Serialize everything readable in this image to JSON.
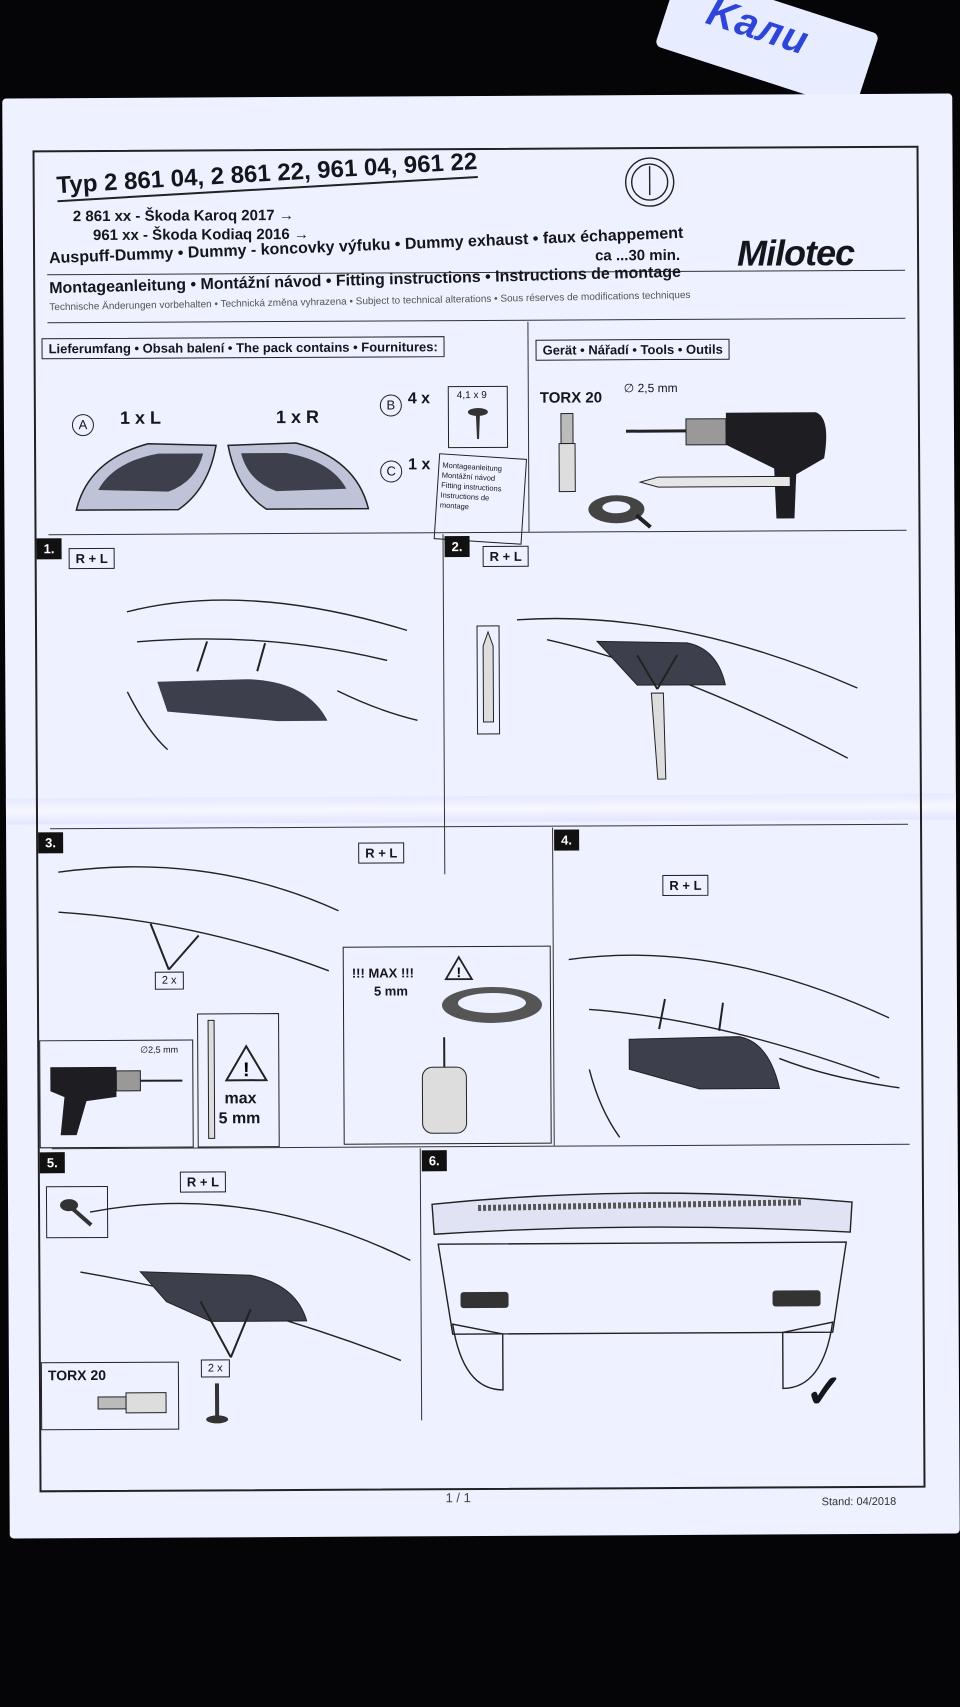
{
  "box_brand": "Kaли",
  "header": {
    "title": "Typ 2 861 04, 2 861 22, 961 04, 961 22",
    "line1": "2 861 xx - Škoda Karoq 2017 →",
    "line2": "961 xx - Škoda Kodiaq 2016 →",
    "subtitle": "Auspuff-Dummy • Dummy - koncovky výfuku • Dummy exhaust • faux échappement",
    "time": "ca ...30 min.",
    "logo": "Milotec"
  },
  "instructions_line": {
    "title": "Montageanleitung • Montážní návod • Fitting instructions • Instructions de montage",
    "technical": "Technische Änderungen vorbehalten • Technická změna vyhrazena • Subject to technical alterations • Sous réserves de modifications techniques"
  },
  "pack": {
    "label": "Lieferumfang • Obsah balení • The pack contains • Fournitures:",
    "item_a": {
      "letter": "A",
      "left": "1 x L",
      "right": "1 x R"
    },
    "item_b": {
      "letter": "B",
      "qty": "4 x",
      "size": "4,1 x 9"
    },
    "item_c": {
      "letter": "C",
      "qty": "1 x",
      "doc_lines": [
        "Montageanleitung",
        "Montážní návod",
        "Fitting instructions",
        "Instructions de montage"
      ]
    }
  },
  "tools": {
    "label": "Gerät • Nářadí • Tools • Outils",
    "torx": "TORX 20",
    "drill_size": "∅ 2,5 mm"
  },
  "steps": [
    {
      "num": "1.",
      "tag": "R + L"
    },
    {
      "num": "2.",
      "tag": "R + L"
    },
    {
      "num": "3.",
      "tag": "R + L",
      "count": "2 x",
      "drill_size": "∅2,5 mm",
      "max_label": "max",
      "max_value": "5 mm",
      "tape_warn": "!!! MAX !!!",
      "tape_value": "5 mm"
    },
    {
      "num": "4.",
      "tag": "R + L"
    },
    {
      "num": "5.",
      "tag": "R + L",
      "count": "2 x",
      "torx": "TORX 20"
    },
    {
      "num": "6.",
      "check": "✓"
    }
  ],
  "footer": {
    "page": "1 / 1",
    "stand": "Stand: 04/2018"
  }
}
